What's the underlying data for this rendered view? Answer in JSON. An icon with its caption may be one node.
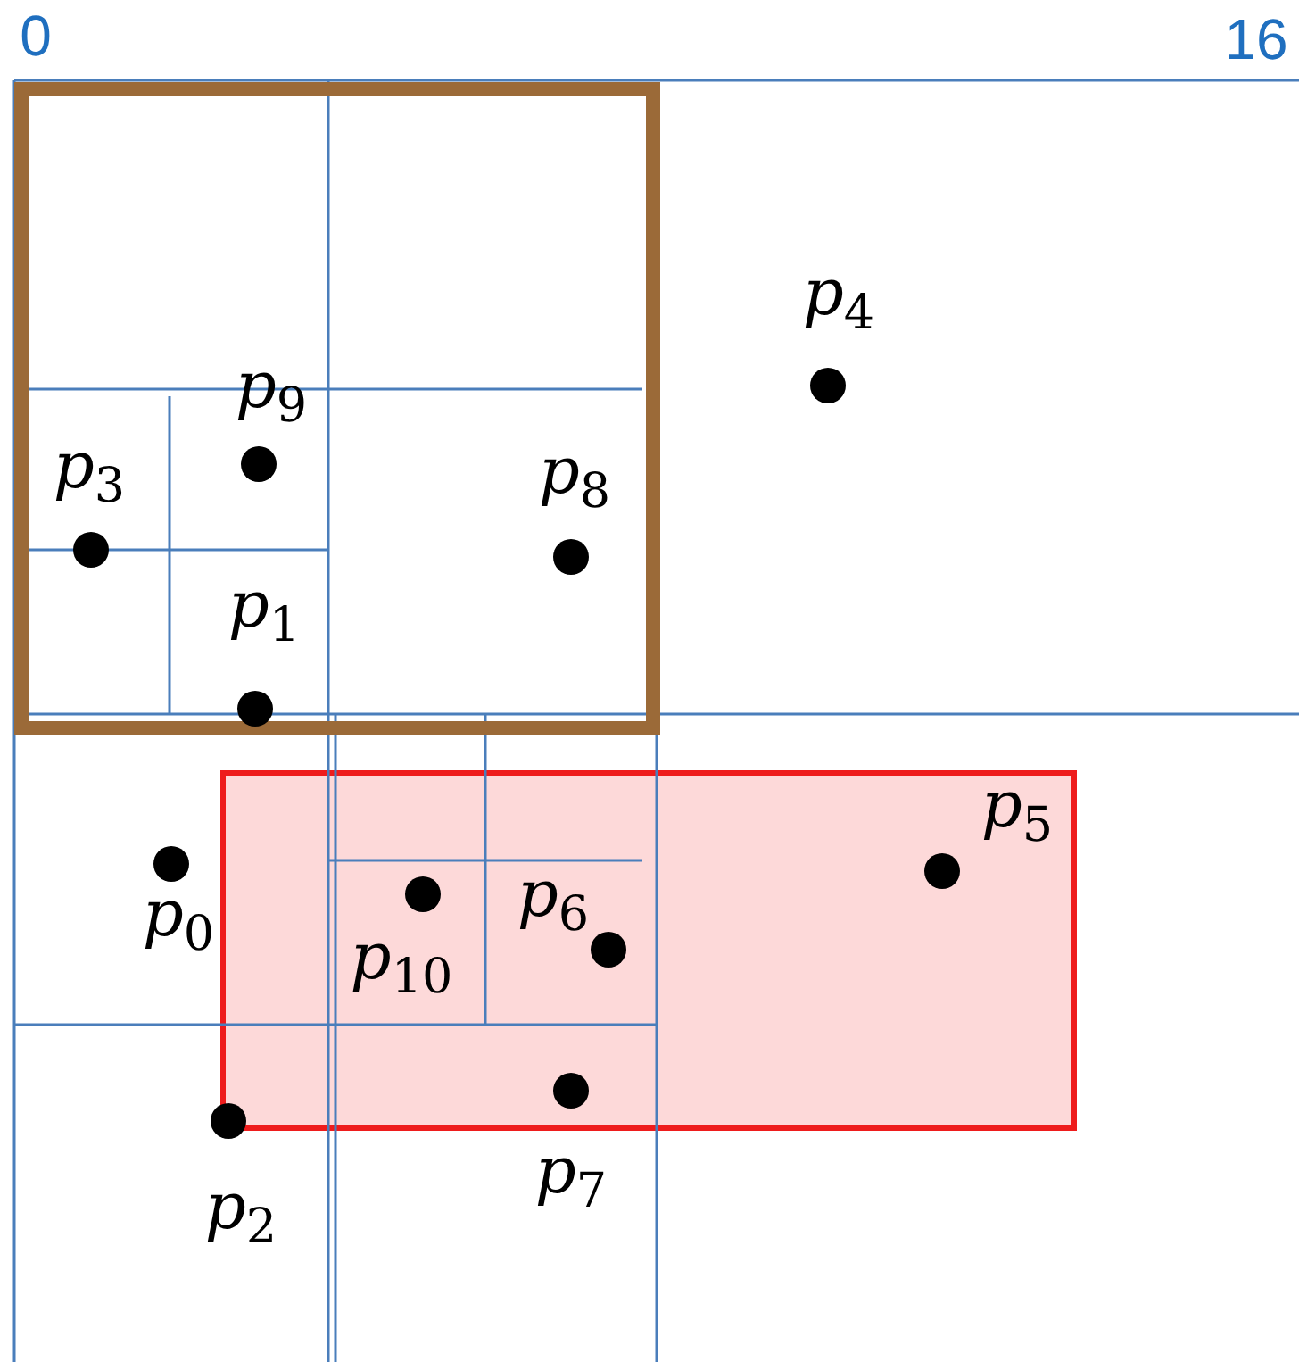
{
  "diagram": {
    "labels": [
      "0",
      "16",
      "p$_{4}$",
      "p$_{9}$",
      "p$_{3}$",
      "p$_{8}$",
      "p$_{1}$",
      "p$_{5}$",
      "p$_{0}$",
      "p$_{6}$",
      "p$_{10}$",
      "p$_{2}$",
      "p$_{7}$"
    ]
  }
}
